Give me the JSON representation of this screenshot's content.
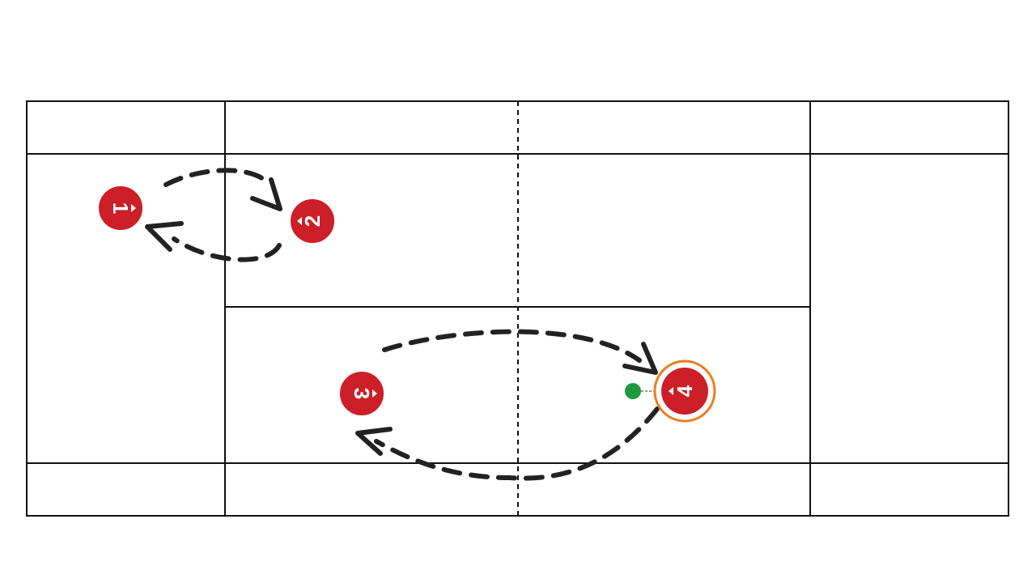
{
  "players": [
    {
      "label": "1"
    },
    {
      "label": "2"
    },
    {
      "label": "3"
    },
    {
      "label": "4",
      "selected": true
    }
  ],
  "colors": {
    "player": "#cc1f27",
    "selected_ring": "#f07a1e",
    "handle": "#1e9a3c",
    "lines": "#111111"
  }
}
